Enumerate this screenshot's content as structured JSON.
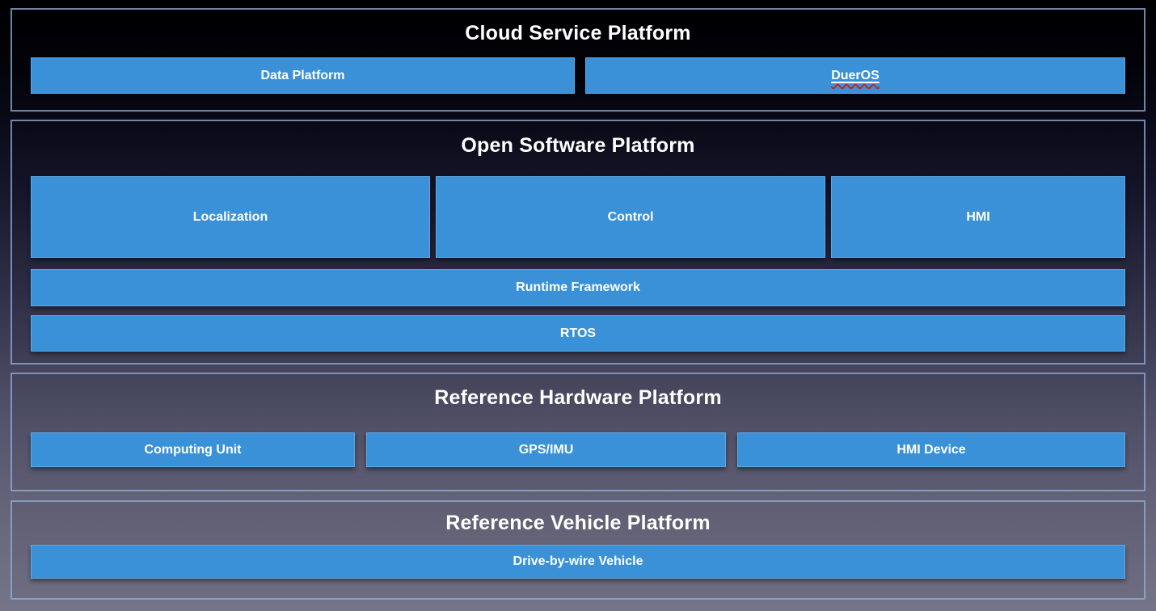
{
  "diagram": {
    "type": "layered-architecture-stack",
    "colors": {
      "box_blue": "#3a91d8",
      "section_border": "#96b0da",
      "title_text": "#ffffff",
      "box_text": "#ffffff",
      "spellcheck_squiggle_red": "#cf1f1f",
      "background_top": "#000002",
      "background_bottom": "#767489"
    },
    "sections": [
      {
        "title": "Cloud Service Platform",
        "boxes": [
          {
            "label": "Data Platform"
          },
          {
            "label": "DuerOS",
            "decoration": "underline-with-red-spellcheck-squiggle"
          }
        ]
      },
      {
        "title": "Open Software Platform",
        "boxes": [
          {
            "label": "Localization"
          },
          {
            "label": "Control"
          },
          {
            "label": "HMI"
          },
          {
            "label": "Runtime Framework"
          },
          {
            "label": "RTOS"
          }
        ]
      },
      {
        "title": "Reference Hardware Platform",
        "boxes": [
          {
            "label": "Computing Unit"
          },
          {
            "label": "GPS/IMU"
          },
          {
            "label": "HMI Device"
          }
        ]
      },
      {
        "title": "Reference Vehicle Platform",
        "boxes": [
          {
            "label": "Drive-by-wire Vehicle"
          }
        ]
      }
    ]
  }
}
